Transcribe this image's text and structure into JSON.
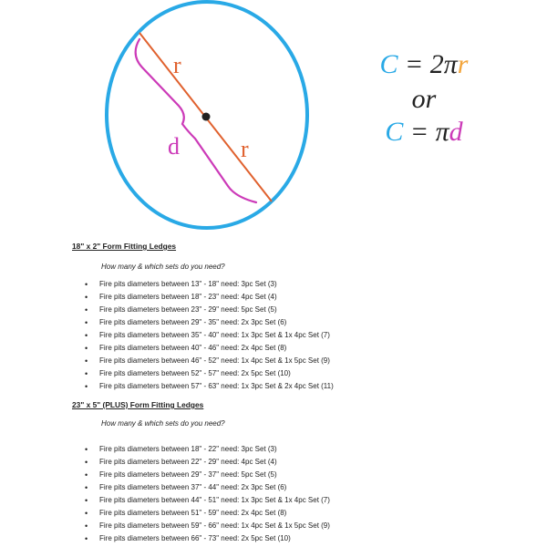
{
  "diagram": {
    "radius_label_top": "r",
    "radius_label_bottom": "r",
    "diameter_label": "d",
    "colors": {
      "circle": "#29a9e6",
      "radius_line": "#e0612e",
      "diameter_brace": "#cc3ab8",
      "center_dot": "#222222"
    }
  },
  "formulas": {
    "line1": {
      "c": "C",
      "rest": " = 2π",
      "r": "r"
    },
    "or": "or",
    "line2": {
      "c": "C",
      "rest": " = π",
      "d": "d"
    }
  },
  "section1": {
    "heading": "18\" x 2\" Form Fitting Ledges",
    "question": "How many & which sets do you need?",
    "items": [
      "Fire pits diameters between 13\" - 18\" need: 3pc Set (3)",
      "Fire pits diameters between 18\" - 23\" need: 4pc Set (4)",
      "Fire pits diameters between 23\" - 29\" need: 5pc Set (5)",
      "Fire pits diameters between 29\" - 35\" need: 2x 3pc Set (6)",
      "Fire pits diameters between 35\" - 40\" need: 1x 3pc Set & 1x 4pc Set (7)",
      "Fire pits diameters between 40\" - 46\" need: 2x 4pc Set (8)",
      "Fire pits diameters between 46\" - 52\" need: 1x 4pc Set & 1x 5pc Set (9)",
      "Fire pits diameters between 52\" - 57\" need: 2x 5pc Set (10)",
      "Fire pits diameters between 57\" - 63\" need: 1x 3pc Set & 2x 4pc Set (11)"
    ]
  },
  "section2": {
    "heading": "23\" x 5\" (PLUS) Form Fitting Ledges",
    "question": "How many & which sets do you need?",
    "items": [
      "Fire pits diameters between 18\" - 22\" need: 3pc Set (3)",
      "Fire pits diameters between 22\" - 29\" need: 4pc Set (4)",
      "Fire pits diameters between 29\" - 37\" need: 5pc Set (5)",
      "Fire pits diameters between 37\" - 44\" need: 2x 3pc Set (6)",
      "Fire pits diameters between 44\" - 51\" need: 1x 3pc Set & 1x 4pc Set (7)",
      "Fire pits diameters between 51\" - 59\" need: 2x 4pc Set (8)",
      "Fire pits diameters between 59\" - 66\" need: 1x 4pc Set & 1x 5pc Set (9)",
      "Fire pits diameters between 66\" - 73\" need: 2x 5pc Set (10)"
    ]
  }
}
